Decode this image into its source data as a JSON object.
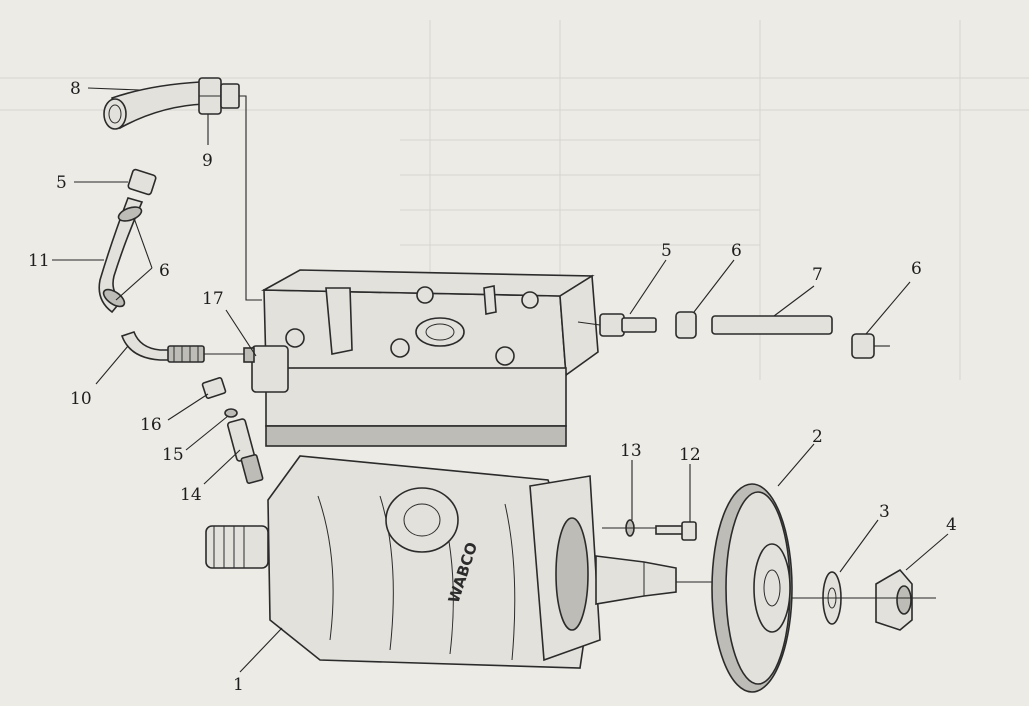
{
  "figure": {
    "brand_label": "WABCO",
    "callouts": [
      {
        "id": "c1",
        "label": "1"
      },
      {
        "id": "c2",
        "label": "2"
      },
      {
        "id": "c3",
        "label": "3"
      },
      {
        "id": "c4",
        "label": "4"
      },
      {
        "id": "c5a",
        "label": "5"
      },
      {
        "id": "c5b",
        "label": "5"
      },
      {
        "id": "c6a",
        "label": "6"
      },
      {
        "id": "c6b",
        "label": "6"
      },
      {
        "id": "c6c",
        "label": "6"
      },
      {
        "id": "c7",
        "label": "7"
      },
      {
        "id": "c8",
        "label": "8"
      },
      {
        "id": "c9",
        "label": "9"
      },
      {
        "id": "c10",
        "label": "10"
      },
      {
        "id": "c11",
        "label": "11"
      },
      {
        "id": "c12",
        "label": "12"
      },
      {
        "id": "c13",
        "label": "13"
      },
      {
        "id": "c14",
        "label": "14"
      },
      {
        "id": "c15",
        "label": "15"
      },
      {
        "id": "c16",
        "label": "16"
      },
      {
        "id": "c17",
        "label": "17"
      }
    ]
  }
}
